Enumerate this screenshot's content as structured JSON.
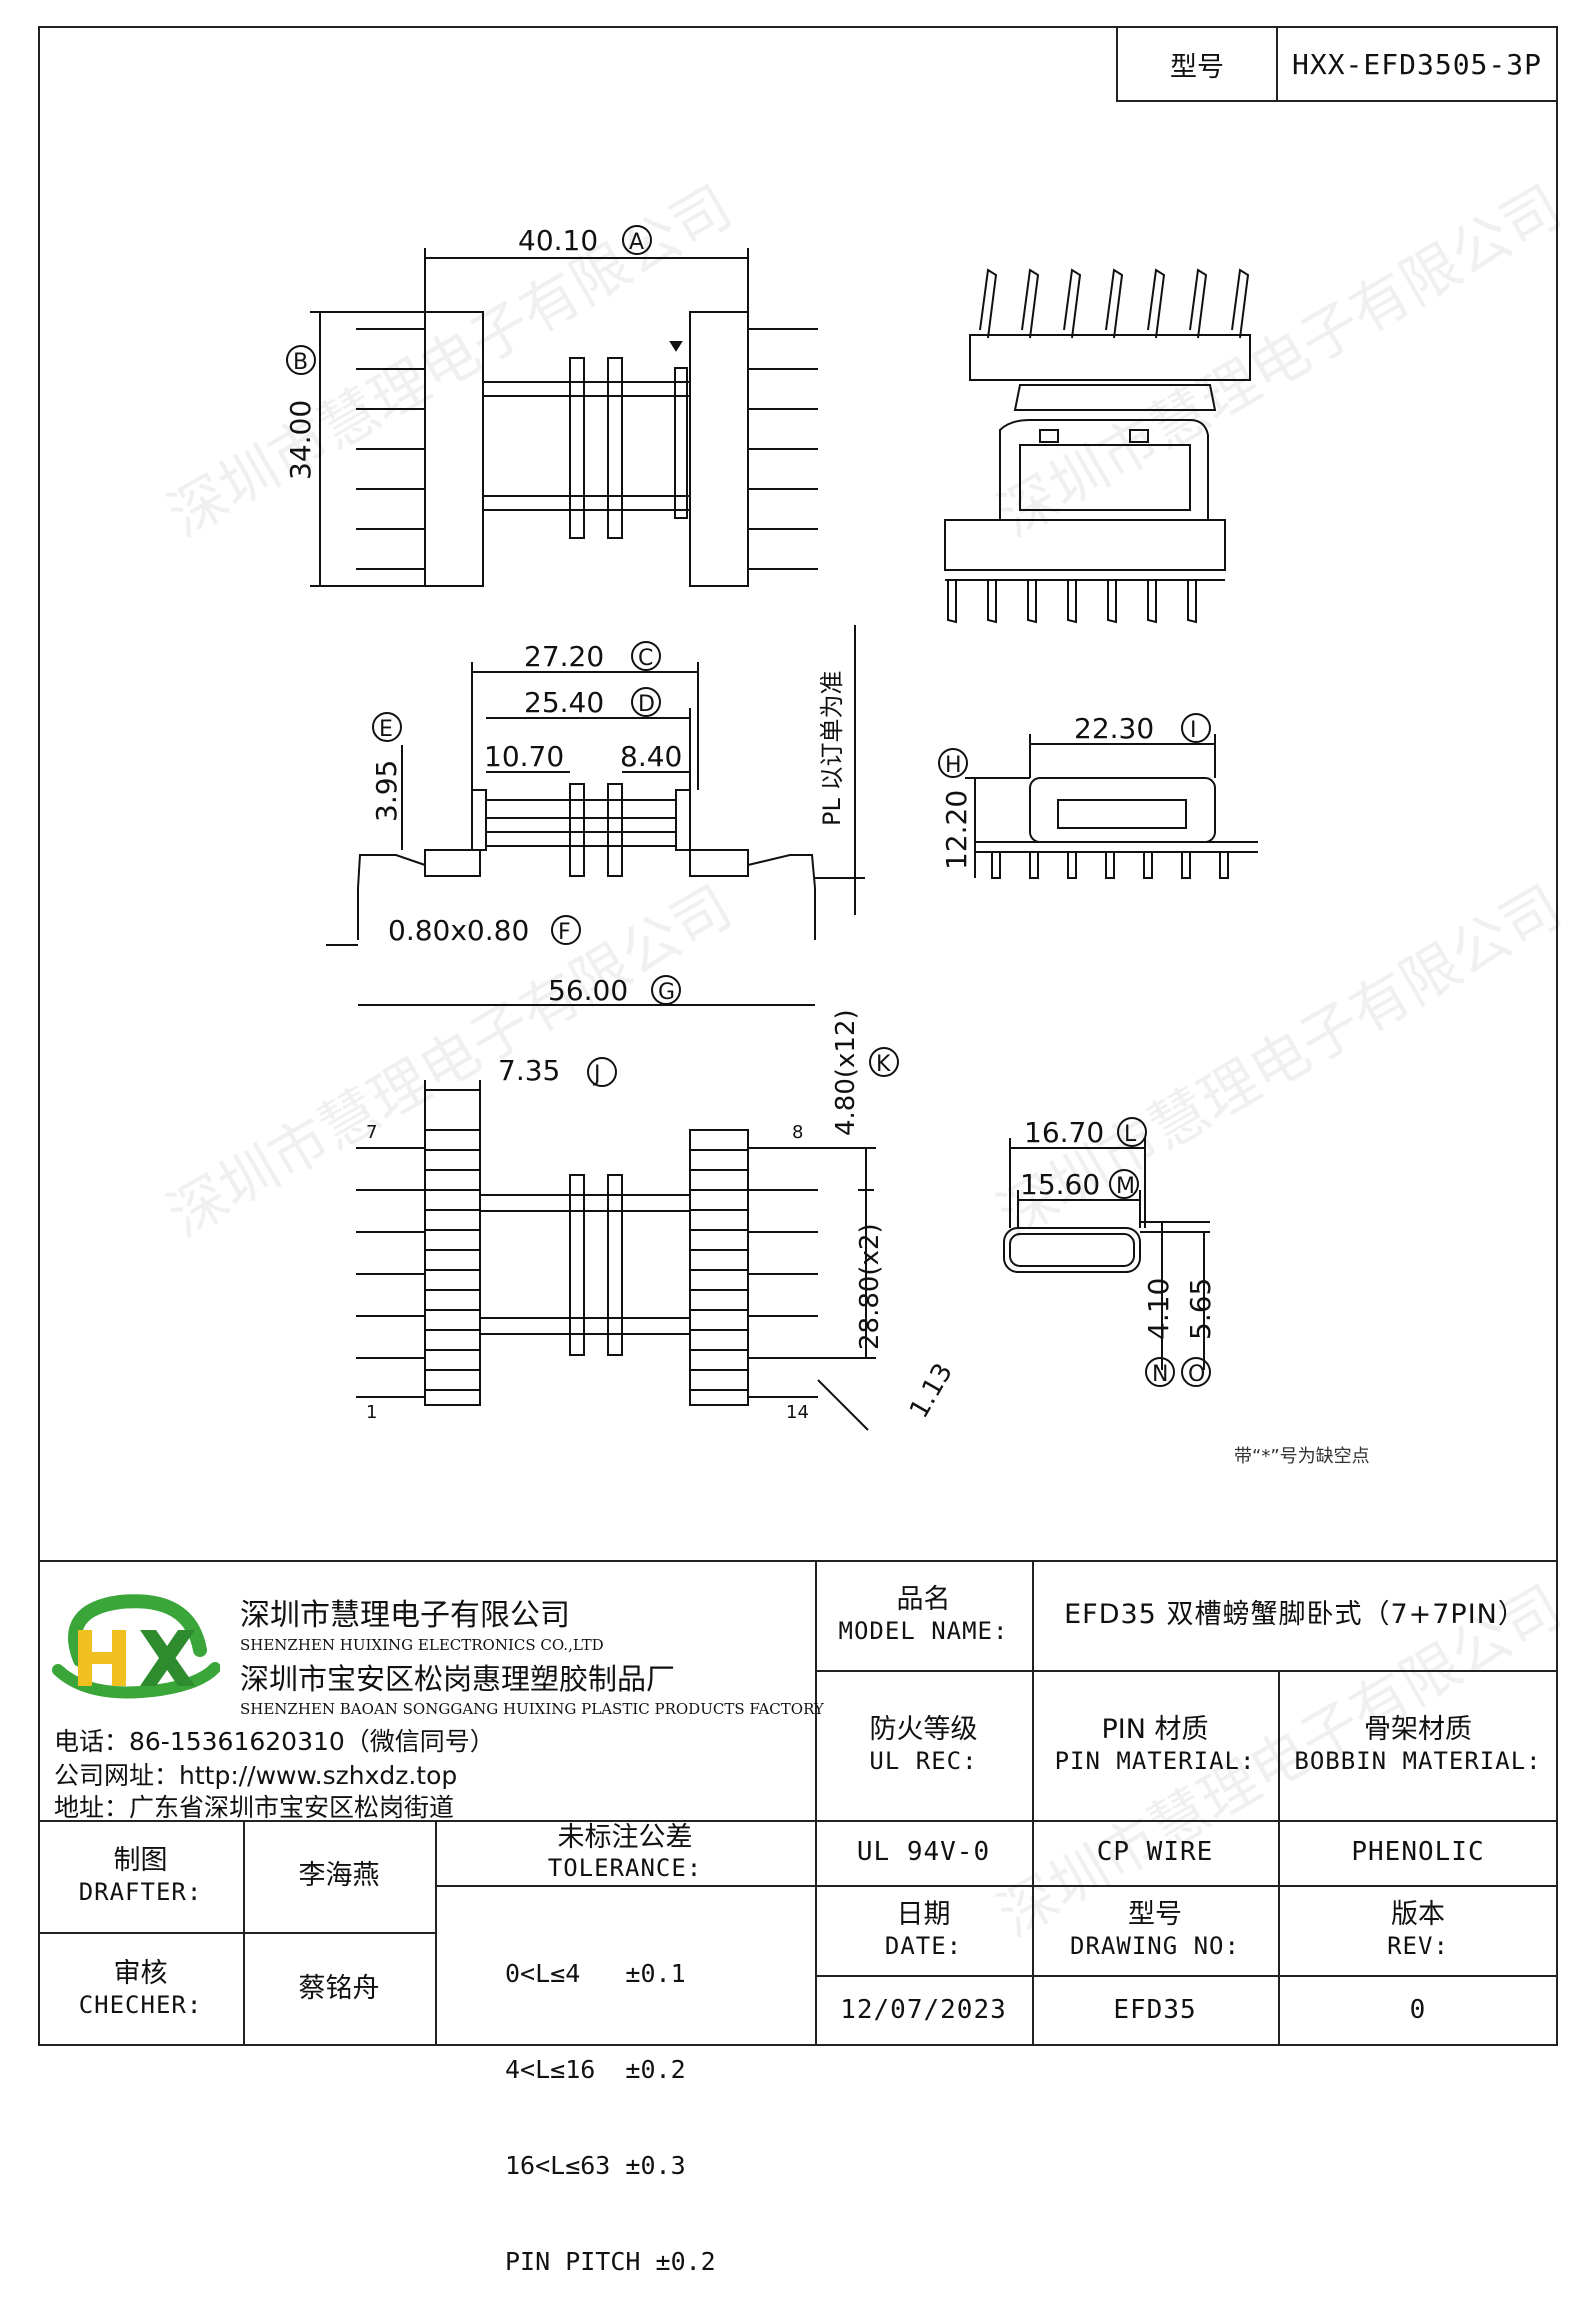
{
  "header": {
    "model_label": "型号",
    "model_value": "HXX-EFD3505-3P"
  },
  "dims": {
    "A": "40.10",
    "B": "34.00",
    "C": "27.20",
    "D": "25.40",
    "d10": "10.70",
    "d8": "8.40",
    "E": "3.95",
    "F": "0.80x0.80",
    "G": "56.00",
    "H": "12.20",
    "I": "22.30",
    "J": "7.35",
    "K1": "4.80(x12)",
    "K2": "28.80(x2)",
    "d113": "1.13",
    "L": "16.70",
    "M": "15.60",
    "N": "4.10",
    "O": "5.65",
    "pl_note": "PL 以订单为准",
    "pin7": "7",
    "pin8": "8",
    "pin1": "1",
    "pin14": "14",
    "pin_note": "带“*”号为缺空点",
    "letters": {
      "A": "A",
      "B": "B",
      "C": "C",
      "D": "D",
      "E": "E",
      "F": "F",
      "G": "G",
      "H": "H",
      "I": "I",
      "J": "J",
      "K": "K",
      "L": "L",
      "M": "M",
      "N": "N",
      "O": "O"
    }
  },
  "company": {
    "logo": "HX",
    "name_cn": "深圳市慧理电子有限公司",
    "name_en": "SHENZHEN HUIXING ELECTRONICS CO.,LTD",
    "factory_cn": "深圳市宝安区松岗惠理塑胶制品厂",
    "factory_en": "SHENZHEN BAOAN SONGGANG HUIXING PLASTIC PRODUCTS FACTORY",
    "phone": "电话：86-15361620310（微信同号）",
    "website": "公司网址：http://www.szhxdz.top",
    "address": "地址：广东省深圳市宝安区松岗街道"
  },
  "titleblock": {
    "model_name_cn": "品名",
    "model_name_en": "MODEL NAME:",
    "model_name_value": "EFD35 双槽螃蟹脚卧式（7+7PIN）",
    "ul_cn": "防火等级",
    "ul_en": "UL REC:",
    "pin_cn": "PIN 材质",
    "pin_en": "PIN MATERIAL:",
    "bobbin_cn": "骨架材质",
    "bobbin_en": "BOBBIN MATERIAL:",
    "ul_value": "UL 94V-0",
    "pin_value": "CP WIRE",
    "bobbin_value": "PHENOLIC",
    "drafter_cn": "制图",
    "drafter_en": "DRAFTER:",
    "drafter_value": "李海燕",
    "checker_cn": "审核",
    "checker_en": "CHECHER:",
    "checker_value": "蔡铭舟",
    "tol_cn": "未标注公差",
    "tol_en": "TOLERANCE:",
    "tol_lines": [
      "0<L≤4   ±0.1",
      "4<L≤16  ±0.2",
      "16<L≤63 ±0.3",
      "PIN PITCH ±0.2"
    ],
    "date_cn": "日期",
    "date_en": "DATE:",
    "date_value": "12/07/2023",
    "dwg_cn": "型号",
    "dwg_en": "DRAWING NO:",
    "dwg_value": "EFD35",
    "rev_cn": "版本",
    "rev_en": "REV:",
    "rev_value": "0"
  },
  "watermark": "深圳市慧理电子有限公司",
  "colors": {
    "logo_green": "#3aa63a",
    "logo_yellow": "#f0c020",
    "line": "#222222"
  }
}
